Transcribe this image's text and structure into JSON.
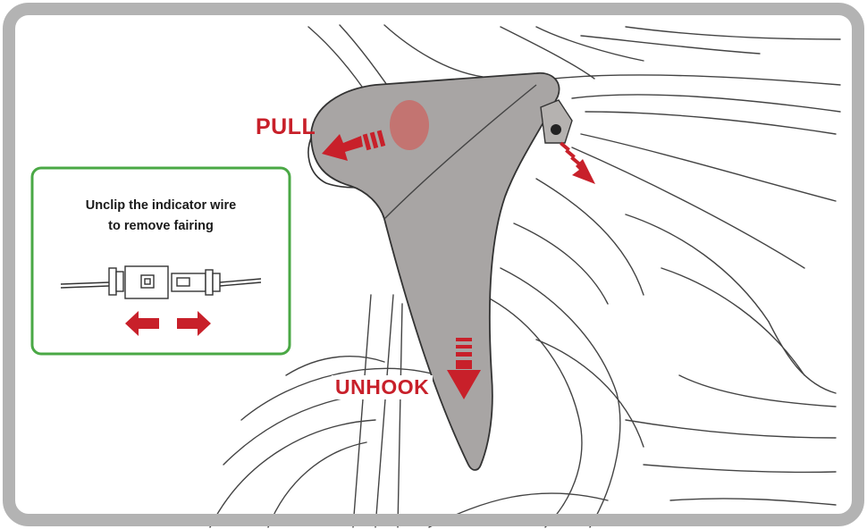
{
  "labels": {
    "pull": "PULL",
    "unhook": "UNHOOK"
  },
  "inset": {
    "line1": "Unclip the indicator wire",
    "line2": "to remove fairing"
  },
  "colors": {
    "arrow_red": "#c8202a",
    "frame_gray": "#b3b3b3",
    "inset_border_green": "#4aa845",
    "fairing_gray": "#a8a5a4",
    "line_art": "#444444"
  },
  "icons": [
    "arrow-left-icon",
    "arrow-right-icon",
    "connector-icon"
  ]
}
